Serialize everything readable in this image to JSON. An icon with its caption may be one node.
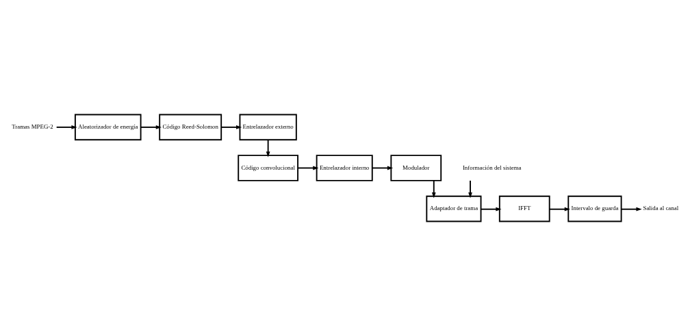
{
  "diagram": {
    "nodes": [
      {
        "text": [
          "Tramas MPEG-2"
        ]
      },
      {
        "text": [
          "Aleatorizador de energía"
        ]
      },
      {
        "text": [
          "Código Reed-Solomon"
        ]
      },
      {
        "text": [
          "Entrelazador externo"
        ]
      },
      {
        "text": [
          "Modulador"
        ]
      },
      {
        "text": [
          "Entrelazador interno"
        ]
      },
      {
        "text": [
          "Código convolucional"
        ]
      },
      {
        "text": [
          "Adaptador de trama"
        ]
      },
      {
        "text": [
          "IFFT"
        ]
      },
      {
        "text": [
          "Intervalo de guarda"
        ]
      },
      {
        "text": [
          "Salida al canal"
        ]
      },
      {
        "text": [
          "Información del sistema"
        ]
      }
    ],
    "edges": [
      {
        "from": 0,
        "to": 1,
        "arrow": "to"
      },
      {
        "from": 1,
        "to": 2,
        "arrow": "to"
      },
      {
        "from": 2,
        "to": 3,
        "arrow": "to"
      },
      {
        "from": 3,
        "to": 6,
        "arrow": "to"
      },
      {
        "from": 6,
        "to": 5,
        "arrow": "to"
      },
      {
        "from": 5,
        "to": 4,
        "arrow": "to"
      },
      {
        "from": 4,
        "to": 7,
        "arrow": "to"
      },
      {
        "from": 7,
        "to": 8,
        "arrow": "to"
      },
      {
        "from": 8,
        "to": 9,
        "arrow": "to"
      },
      {
        "from": 9,
        "to": 10,
        "arrow": "to"
      },
      {
        "from": 11,
        "to": 7,
        "arrow": "to"
      }
    ]
  }
}
